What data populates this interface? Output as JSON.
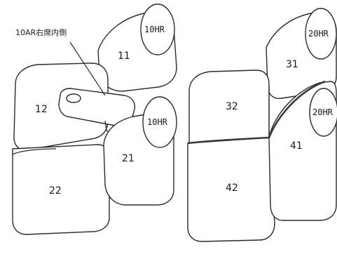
{
  "labels": {
    "part_11": "11",
    "part_12": "12",
    "part_21": "21",
    "part_22": "22",
    "part_31": "31",
    "part_32": "32",
    "part_41": "41",
    "part_42": "42",
    "headrest_10hr_top": "10HR",
    "headrest_10hr_front": "10HR",
    "headrest_20hr_top": "20HR",
    "headrest_20hr_front": "20HR",
    "armrest_note": "10AR右席内側"
  },
  "colors": {
    "line": "#2a2a2a",
    "fill": "#ffffff",
    "text": "#1a1a1a"
  }
}
